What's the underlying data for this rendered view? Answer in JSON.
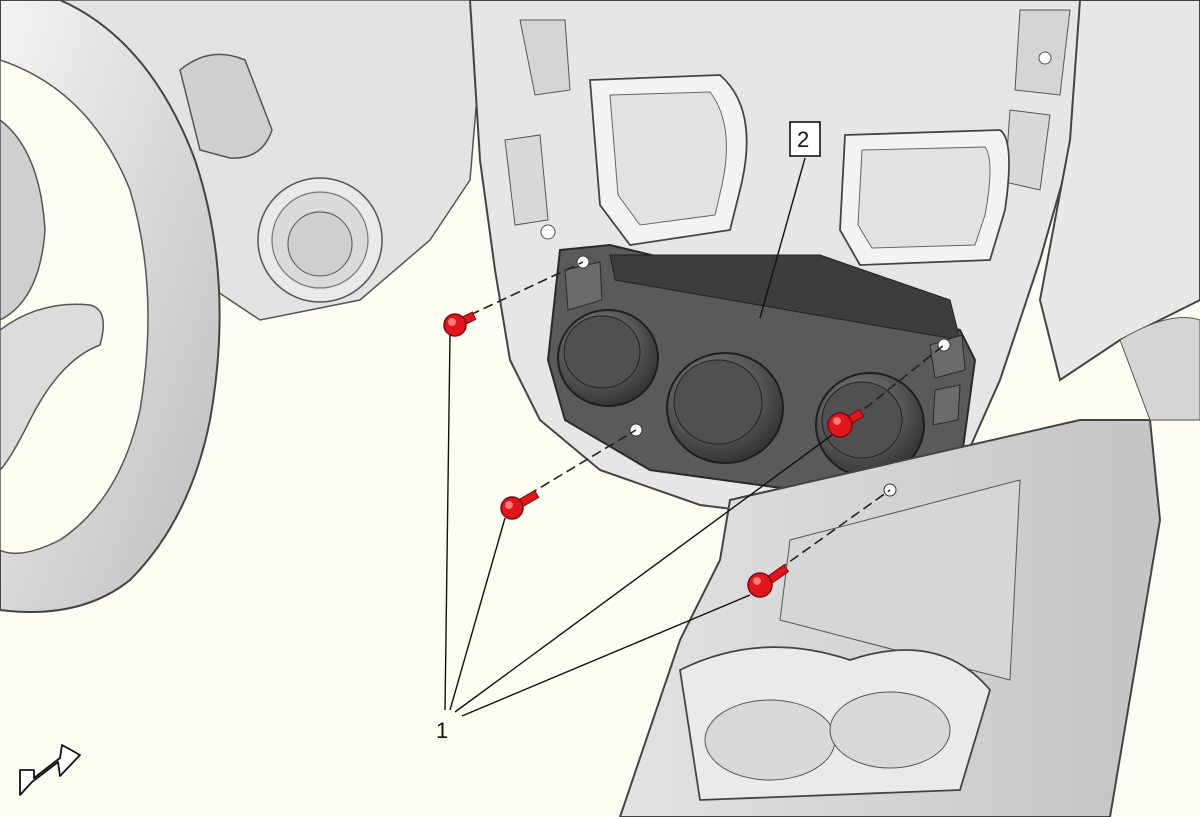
{
  "callouts": {
    "screws": {
      "number": "1",
      "target": "control-panel-screws",
      "count": 4
    },
    "control": {
      "number": "2",
      "target": "hvac-control-module"
    }
  },
  "colors": {
    "background": "#fdfdf4",
    "part_light": "#e9e9e9",
    "part_mid": "#cfcfcf",
    "part_dark": "#4d4d4d",
    "outline": "#3a3a3a",
    "fastener": "#e2141c"
  },
  "icons": {
    "view_arrow": "front-view-arrow-icon"
  }
}
